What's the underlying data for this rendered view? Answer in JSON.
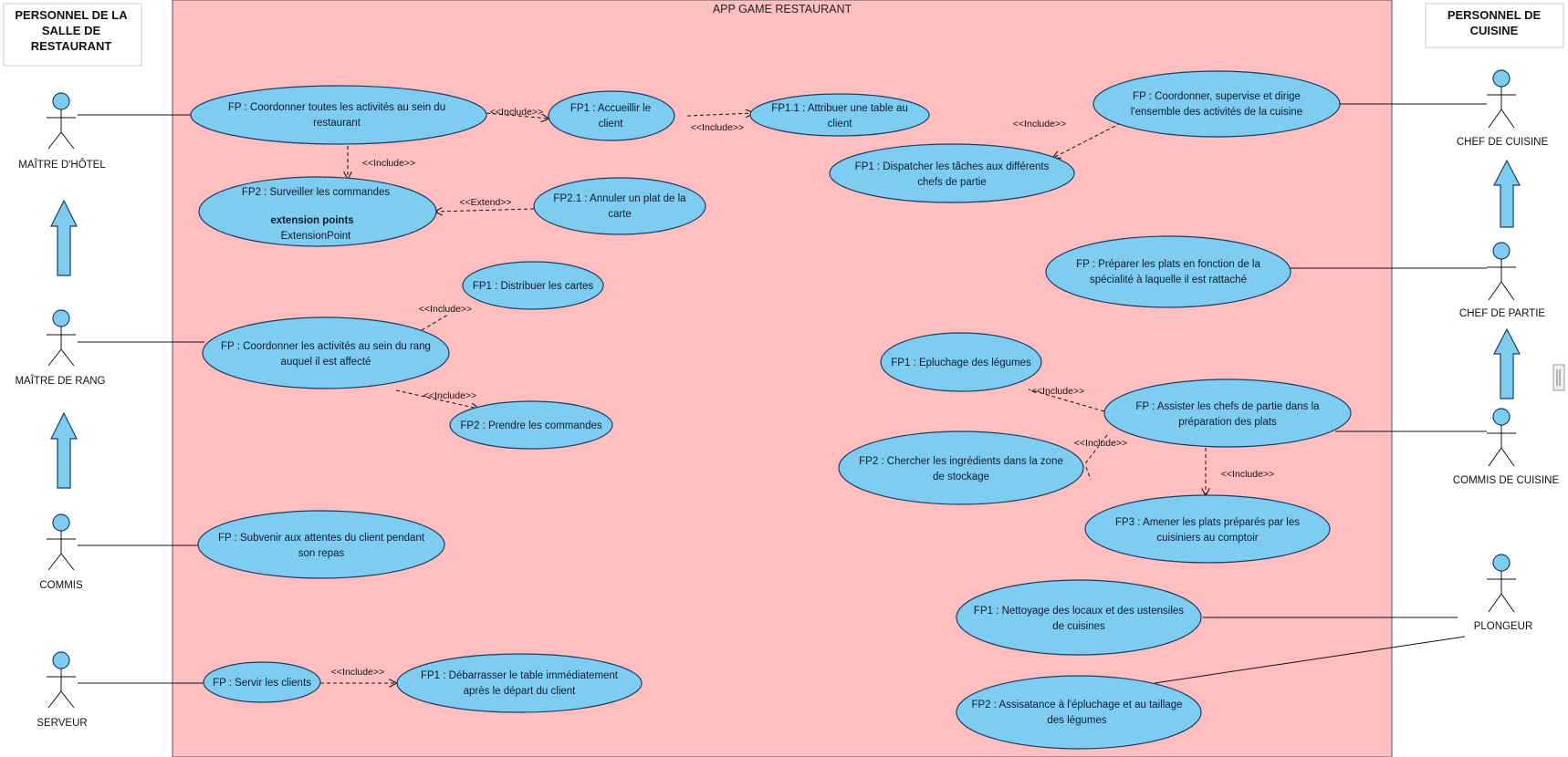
{
  "system": {
    "title": "APP GAME RESTAURANT"
  },
  "left_box": {
    "title_lines": [
      "PERSONNEL DE LA",
      "SALLE DE",
      "RESTAURANT"
    ]
  },
  "right_box": {
    "title_lines": [
      "PERSONNEL DE",
      "CUISINE"
    ]
  },
  "actors": {
    "maitre_hotel": "MAÎTRE D'HÔTEL",
    "maitre_rang": "MAÎTRE DE RANG",
    "commis": "COMMIS",
    "serveur": "SERVEUR",
    "chef_cuisine": "CHEF DE CUISINE",
    "chef_partie": "CHEF DE PARTIE",
    "commis_cuisine": "COMMIS DE CUISINE",
    "plongeur": "PLONGEUR"
  },
  "use_cases": {
    "coordonner_salle": [
      "FP : Coordonner toutes les activités au sein du",
      "restaurant"
    ],
    "accueillir": [
      "FP1  : Accueillir le",
      "client"
    ],
    "attribuer_table": [
      "FP1.1 : Attribuer une table au",
      "client"
    ],
    "surveiller": [
      "FP2 : Surveiller les commandes"
    ],
    "surveiller_ext_title": "extension points",
    "surveiller_ext_point": "ExtensionPoint",
    "annuler_plat": [
      "FP2.1 : Annuler un plat de la",
      "carte"
    ],
    "distribuer_cartes": [
      "FP1 : Distribuer les cartes"
    ],
    "coordonner_rang": [
      "FP : Coordonner les activités au sein du rang",
      "auquel il est affecté"
    ],
    "prendre_commandes": [
      "FP2 : Prendre les commandes"
    ],
    "subvenir": [
      "FP : Subvenir aux attentes du client pendant",
      "son repas"
    ],
    "servir": [
      "FP : Servir les clients"
    ],
    "debarrasser": [
      "FP1 : Débarrasser le table immédiatement",
      "après le départ du client"
    ],
    "coordonner_cuisine": [
      "FP : Coordonner, supervise et dirige",
      "l'ensemble des activités de la cuisine"
    ],
    "dispatcher": [
      "FP1 : Dispatcher les tâches aux différents",
      "chefs de partie"
    ],
    "preparer": [
      "FP : Préparer les plats en fonction de la",
      "spécialité à laquelle il est rattaché"
    ],
    "epluchage": [
      "FP1 : Epluchage des légumes"
    ],
    "assister": [
      "FP : Assister les chefs de partie dans la",
      "préparation des plats"
    ],
    "chercher": [
      "FP2 : Chercher les ingrédients dans la zone",
      "de stockage"
    ],
    "amener": [
      "FP3 : Amener les plats préparés par les",
      "cuisiniers au comptoir"
    ],
    "nettoyage": [
      "FP1 : Nettoyage des locaux et des ustensiles",
      "de cuisines"
    ],
    "assisatance": [
      "FP2 : Assisatance à l'épluchage et au taillage",
      "des légumes"
    ]
  },
  "relation_labels": {
    "include": "<<Include>>",
    "extend": "<<Extend>>"
  },
  "colors": {
    "system_fill": "#ffbfc0",
    "usecase_fill": "#7ecdf0",
    "usecase_stroke": "#1c3c63"
  }
}
